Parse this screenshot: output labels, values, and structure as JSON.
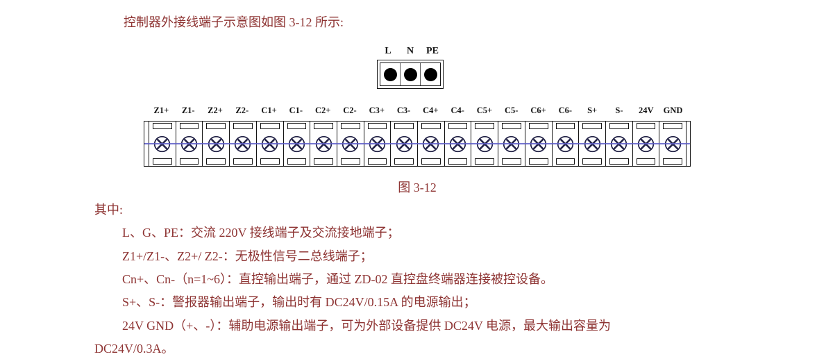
{
  "page": {
    "intro": "控制器外接线端子示意图如图 3-12 所示:",
    "caption": "图 3-12",
    "body_heading": "其中:",
    "body_lines": [
      "L、G、PE：交流 220V 接线端子及交流接地端子；",
      "Z1+/Z1-、Z2+/ Z2-：无极性信号二总线端子；",
      "Cn+、Cn-（n=1~6）：直控输出端子，通过 ZD-02 直控盘终端器连接被控设备。",
      "S+、S-：警报器输出端子，输出时有 DC24V/0.15A 的电源输出；",
      "24V GND（+、-）：辅助电源输出端子，可为外部设备提供 DC24V 电源，最大输出容量为",
      "DC24V/0.3A。"
    ]
  },
  "diagram": {
    "power_block": {
      "labels": [
        "L",
        "N",
        "PE"
      ]
    },
    "terminal_strip": {
      "labels": [
        "Z1+",
        "Z1-",
        "Z2+",
        "Z2-",
        "C1+",
        "C1-",
        "C2+",
        "C2-",
        "C3+",
        "C3-",
        "C4+",
        "C4-",
        "C5+",
        "C5-",
        "C6+",
        "C6-",
        "S+",
        "S-",
        "24V",
        "GND"
      ]
    }
  },
  "colors": {
    "text_color": "#8e3433",
    "label_color": "#141414",
    "border_color": "#141414",
    "wire_color": "#5d5dc9",
    "screw_color": "#232347"
  }
}
